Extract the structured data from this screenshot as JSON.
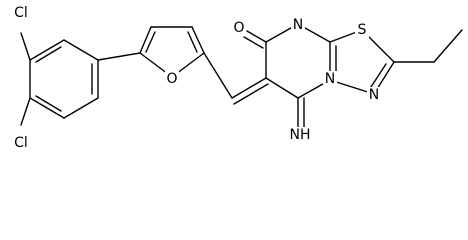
{
  "structure": {
    "atoms": {
      "cl_top": "Cl",
      "cl_bottom": "Cl",
      "furan_o": "O",
      "carbonyl_o": "O",
      "n_pyrimidine": "N",
      "s_thiadiazole": "S",
      "n_bridge": "N",
      "n_thiadiazole": "N",
      "imine": "NH"
    }
  }
}
